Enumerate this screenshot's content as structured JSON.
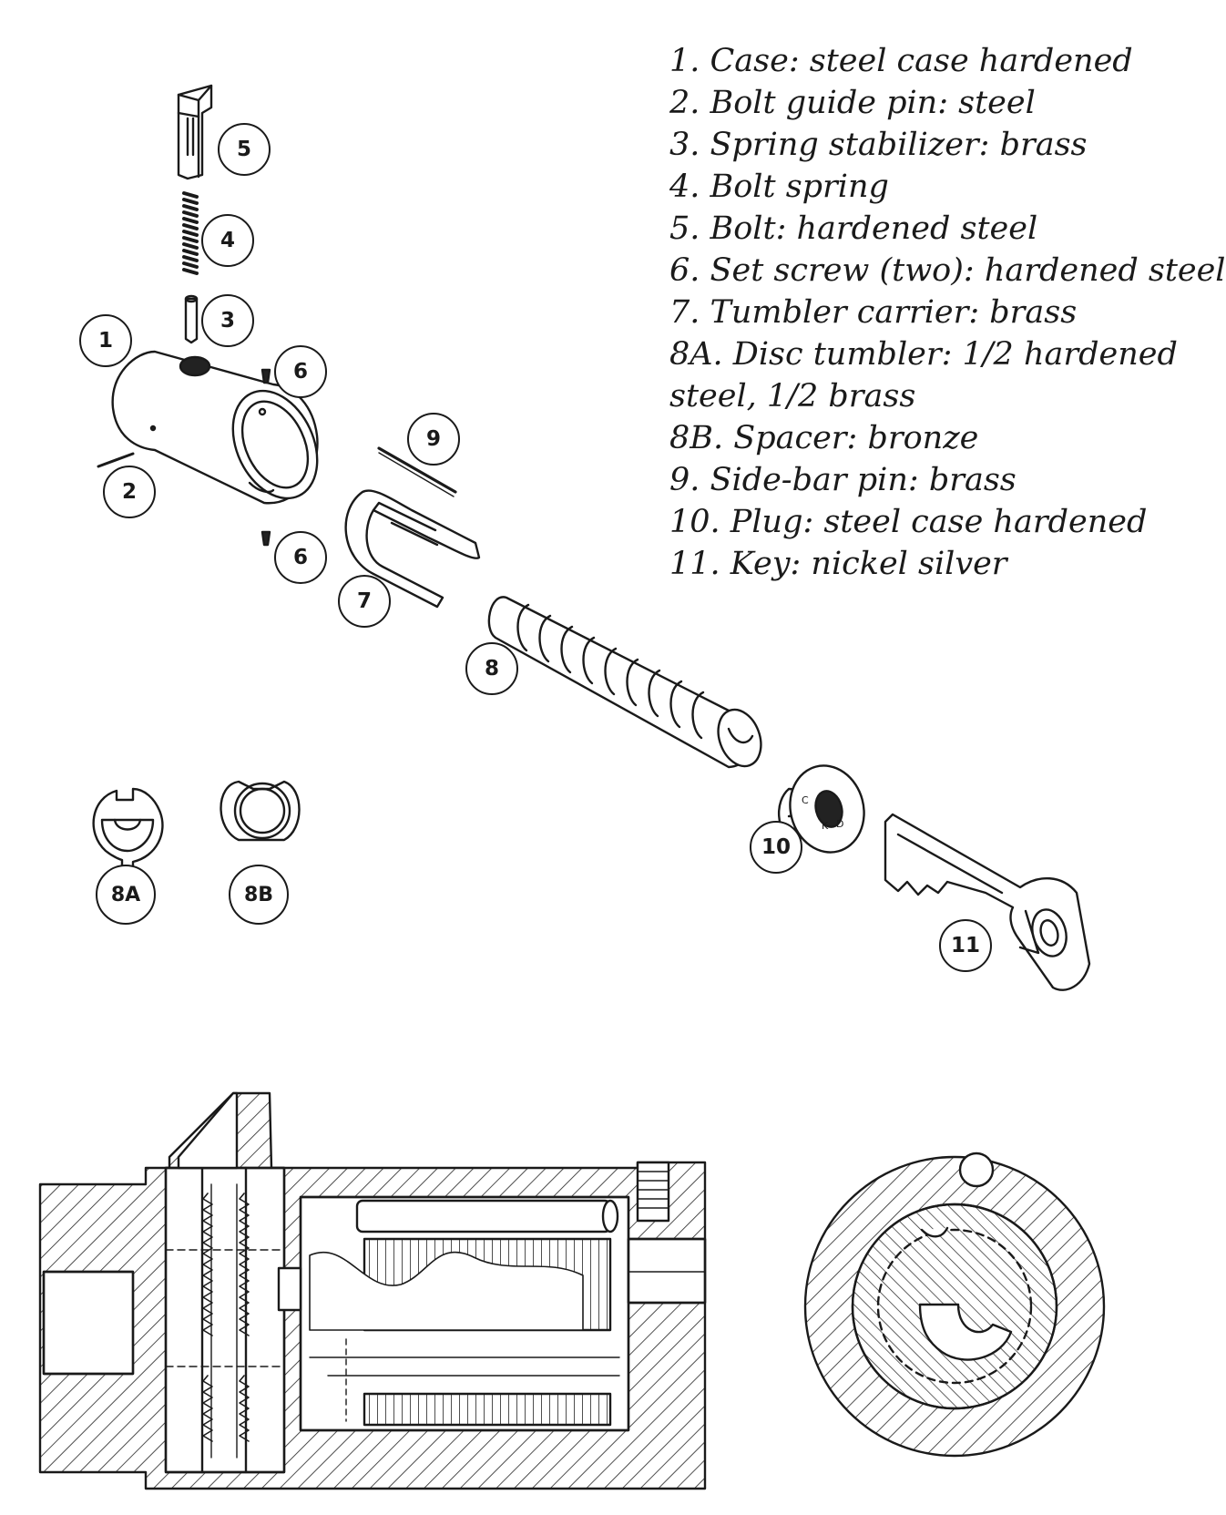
{
  "legend": [
    "1. Case: steel case hardened",
    "2. Bolt guide pin: steel",
    "3. Spring stabilizer: brass",
    "4. Bolt spring",
    "5. Bolt: hardened steel",
    "6. Set screw (two): hardened steel",
    "7. Tumbler carrier: brass",
    "8A. Disc tumbler: 1/2 hardened",
    "steel, 1/2 brass",
    "8B. Spacer: bronze",
    "9. Side-bar pin: brass",
    "10. Plug: steel case hardened",
    "11. Key: nickel silver"
  ],
  "callouts": {
    "c1": "1",
    "c2": "2",
    "c3": "3",
    "c4": "4",
    "c5": "5",
    "c6a": "6",
    "c6b": "6",
    "c7": "7",
    "c8": "8",
    "c9": "9",
    "c10": "10",
    "c11": "11",
    "c8a": "8A",
    "c8b": "8B"
  },
  "plug_face_letters": [
    "C",
    "K",
    "D"
  ]
}
